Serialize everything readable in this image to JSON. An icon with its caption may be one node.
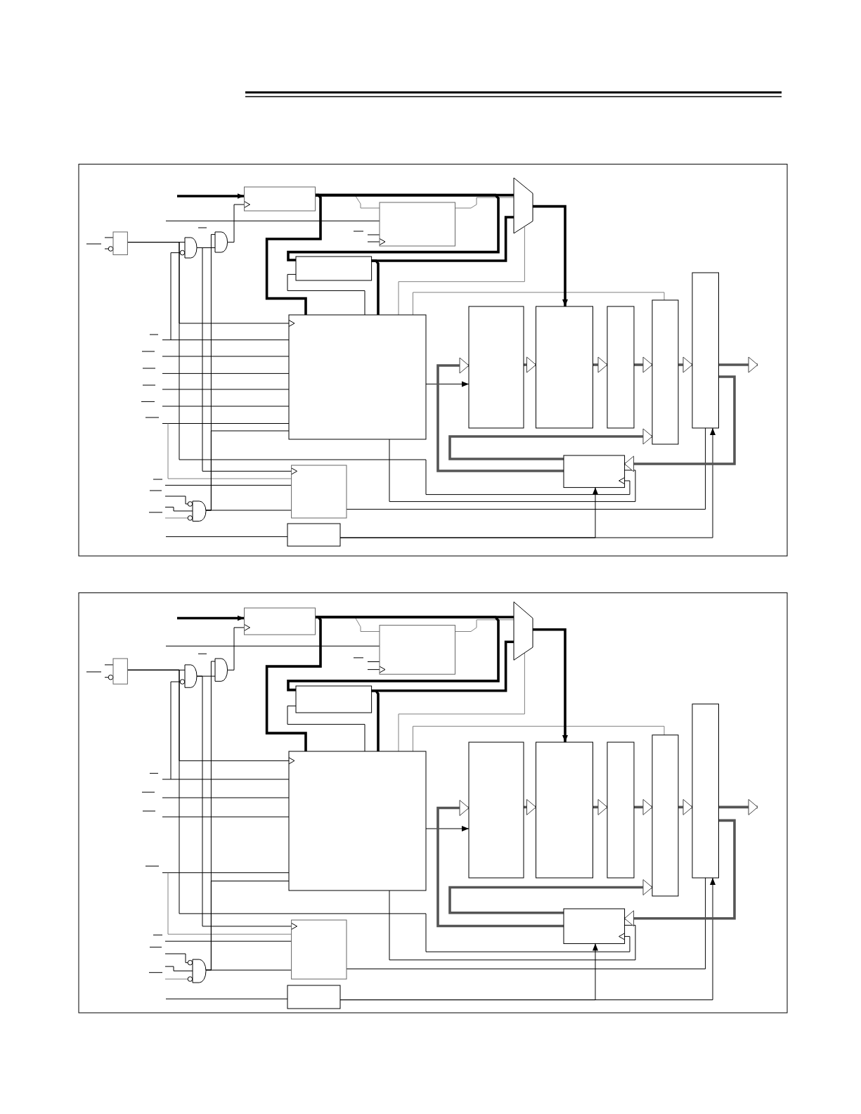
{
  "diagram": {
    "nodes": [
      {
        "text": [],
        "shape": "box"
      },
      {
        "text": [],
        "shape": "gate"
      },
      {
        "text": [],
        "shape": "gate"
      },
      {
        "text": [],
        "shape": "box"
      },
      {
        "text": [],
        "shape": "box"
      },
      {
        "text": [],
        "shape": "trapezoid"
      },
      {
        "text": [],
        "shape": "box"
      },
      {
        "text": [],
        "shape": "box"
      },
      {
        "text": [],
        "shape": "box"
      },
      {
        "text": [],
        "shape": "gate"
      },
      {
        "text": [],
        "shape": "box"
      },
      {
        "text": [],
        "shape": "box"
      },
      {
        "text": [],
        "shape": "box"
      },
      {
        "text": [],
        "shape": "box"
      },
      {
        "text": [],
        "shape": "box"
      },
      {
        "text": [],
        "shape": "box"
      },
      {
        "text": [],
        "shape": "box"
      },
      {
        "text": [],
        "shape": "box"
      },
      {
        "text": [],
        "shape": "gate"
      },
      {
        "text": [],
        "shape": "gate"
      },
      {
        "text": [],
        "shape": "box"
      },
      {
        "text": [],
        "shape": "box"
      },
      {
        "text": [],
        "shape": "trapezoid"
      },
      {
        "text": [],
        "shape": "box"
      },
      {
        "text": [],
        "shape": "box"
      },
      {
        "text": [],
        "shape": "box"
      },
      {
        "text": [],
        "shape": "gate"
      },
      {
        "text": [],
        "shape": "box"
      },
      {
        "text": [],
        "shape": "box"
      },
      {
        "text": [],
        "shape": "box"
      },
      {
        "text": [],
        "shape": "box"
      },
      {
        "text": [],
        "shape": "box"
      },
      {
        "text": [],
        "shape": "box"
      },
      {
        "text": [],
        "shape": "box"
      }
    ],
    "edges": [
      {
        "from": null,
        "to": 3,
        "arrow": "to",
        "style": "thick"
      },
      {
        "from": 2,
        "to": 3,
        "arrow": "to"
      },
      {
        "from": null,
        "to": 4,
        "arrow": "none"
      },
      {
        "from": null,
        "to": 4,
        "arrow": "none"
      },
      {
        "from": null,
        "to": 4,
        "arrow": "to"
      },
      {
        "from": 3,
        "to": 4,
        "arrow": "none",
        "color": "#808080"
      },
      {
        "from": 3,
        "to": 5,
        "arrow": "none",
        "style": "thick"
      },
      {
        "from": 3,
        "to": 7,
        "arrow": "none",
        "style": "thick"
      },
      {
        "from": 4,
        "to": 5,
        "arrow": "none",
        "color": "#808080"
      },
      {
        "from": 3,
        "to": 6,
        "arrow": "none",
        "style": "thick"
      },
      {
        "from": 6,
        "to": 5,
        "arrow": "none",
        "style": "thick"
      },
      {
        "from": 6,
        "to": 7,
        "arrow": "none",
        "style": "thick"
      },
      {
        "from": 6,
        "to": 7,
        "arrow": "none"
      },
      {
        "from": 7,
        "to": 5,
        "arrow": "none",
        "color": "#808080"
      },
      {
        "from": 7,
        "to": 14,
        "arrow": "none",
        "color": "#808080"
      },
      {
        "from": 5,
        "to": 12,
        "arrow": "to",
        "style": "thick"
      },
      {
        "from": 0,
        "to": 1,
        "arrow": "none"
      },
      {
        "from": null,
        "to": 0,
        "arrow": "none"
      },
      {
        "from": null,
        "to": 0,
        "arrow": "other"
      },
      {
        "from": null,
        "to": 1,
        "arrow": "other"
      },
      {
        "from": 0,
        "to": 7,
        "arrow": "to"
      },
      {
        "from": 0,
        "to": 16,
        "arrow": "to"
      },
      {
        "from": 1,
        "to": 2,
        "arrow": "none"
      },
      {
        "from": 1,
        "to": 8,
        "arrow": "to"
      },
      {
        "from": null,
        "to": 7,
        "arrow": "none"
      },
      {
        "from": null,
        "to": 7,
        "arrow": "none"
      },
      {
        "from": null,
        "to": 7,
        "arrow": "none"
      },
      {
        "from": null,
        "to": 7,
        "arrow": "none"
      },
      {
        "from": null,
        "to": 7,
        "arrow": "none"
      },
      {
        "from": null,
        "to": 7,
        "arrow": "none"
      },
      {
        "from": null,
        "to": 8,
        "arrow": "none",
        "color": "#808080"
      },
      {
        "from": null,
        "to": 8,
        "arrow": "none"
      },
      {
        "from": 9,
        "to": 7,
        "arrow": "none"
      },
      {
        "from": 9,
        "to": 2,
        "arrow": "none"
      },
      {
        "from": 9,
        "to": 8,
        "arrow": "none"
      },
      {
        "from": null,
        "to": 9,
        "arrow": "other"
      },
      {
        "from": null,
        "to": 9,
        "arrow": "none"
      },
      {
        "from": null,
        "to": 9,
        "arrow": "other",
        "color": "#808080"
      },
      {
        "from": null,
        "to": 10,
        "arrow": "none"
      },
      {
        "from": 10,
        "to": 15,
        "arrow": "to"
      },
      {
        "from": 10,
        "to": 16,
        "arrow": "to"
      },
      {
        "from": 8,
        "to": 15,
        "arrow": "none"
      },
      {
        "from": 7,
        "to": 16,
        "arrow": "none"
      },
      {
        "from": 7,
        "to": 11,
        "arrow": "to"
      },
      {
        "from": 16,
        "to": 11,
        "arrow": "to",
        "style": "thick"
      },
      {
        "from": 16,
        "to": 14,
        "arrow": "to",
        "style": "thick"
      },
      {
        "from": 11,
        "to": 12,
        "arrow": "to",
        "style": "thick"
      },
      {
        "from": 12,
        "to": 13,
        "arrow": "to",
        "style": "thick"
      },
      {
        "from": 13,
        "to": 14,
        "arrow": "to",
        "style": "thick"
      },
      {
        "from": 14,
        "to": 15,
        "arrow": "to",
        "style": "thick"
      },
      {
        "from": 15,
        "to": null,
        "arrow": "to",
        "style": "thick"
      },
      {
        "from": 15,
        "to": 16,
        "arrow": "to",
        "style": "thick"
      },
      {
        "from": null,
        "to": 20,
        "arrow": "to",
        "style": "thick"
      },
      {
        "from": 19,
        "to": 20,
        "arrow": "to"
      },
      {
        "from": null,
        "to": 21,
        "arrow": "none"
      },
      {
        "from": null,
        "to": 21,
        "arrow": "none"
      },
      {
        "from": null,
        "to": 21,
        "arrow": "to"
      },
      {
        "from": 20,
        "to": 21,
        "arrow": "none",
        "color": "#808080"
      },
      {
        "from": 20,
        "to": 22,
        "arrow": "none",
        "style": "thick"
      },
      {
        "from": 20,
        "to": 24,
        "arrow": "none",
        "style": "thick"
      },
      {
        "from": 21,
        "to": 22,
        "arrow": "none",
        "color": "#808080"
      },
      {
        "from": 20,
        "to": 23,
        "arrow": "none",
        "style": "thick"
      },
      {
        "from": 23,
        "to": 22,
        "arrow": "none",
        "style": "thick"
      },
      {
        "from": 23,
        "to": 24,
        "arrow": "none",
        "style": "thick"
      },
      {
        "from": 23,
        "to": 24,
        "arrow": "none"
      },
      {
        "from": 24,
        "to": 22,
        "arrow": "none",
        "color": "#808080"
      },
      {
        "from": 24,
        "to": 31,
        "arrow": "none",
        "color": "#808080"
      },
      {
        "from": 22,
        "to": 29,
        "arrow": "to",
        "style": "thick"
      },
      {
        "from": 17,
        "to": 18,
        "arrow": "none"
      },
      {
        "from": null,
        "to": 17,
        "arrow": "none"
      },
      {
        "from": null,
        "to": 17,
        "arrow": "other"
      },
      {
        "from": null,
        "to": 18,
        "arrow": "other"
      },
      {
        "from": 17,
        "to": 24,
        "arrow": "to"
      },
      {
        "from": 17,
        "to": 33,
        "arrow": "to"
      },
      {
        "from": 18,
        "to": 19,
        "arrow": "none"
      },
      {
        "from": 18,
        "to": 25,
        "arrow": "to"
      },
      {
        "from": null,
        "to": 24,
        "arrow": "none"
      },
      {
        "from": null,
        "to": 24,
        "arrow": "none"
      },
      {
        "from": null,
        "to": 24,
        "arrow": "none"
      },
      {
        "from": null,
        "to": 24,
        "arrow": "none"
      },
      {
        "from": null,
        "to": 25,
        "arrow": "none",
        "color": "#808080"
      },
      {
        "from": null,
        "to": 25,
        "arrow": "none"
      },
      {
        "from": 26,
        "to": 24,
        "arrow": "none"
      },
      {
        "from": 26,
        "to": 19,
        "arrow": "none"
      },
      {
        "from": 26,
        "to": 25,
        "arrow": "none"
      },
      {
        "from": null,
        "to": 26,
        "arrow": "other"
      },
      {
        "from": null,
        "to": 26,
        "arrow": "none"
      },
      {
        "from": null,
        "to": 26,
        "arrow": "other",
        "color": "#808080"
      },
      {
        "from": null,
        "to": 27,
        "arrow": "none"
      },
      {
        "from": 27,
        "to": 32,
        "arrow": "to"
      },
      {
        "from": 27,
        "to": 33,
        "arrow": "to"
      },
      {
        "from": 25,
        "to": 32,
        "arrow": "none"
      },
      {
        "from": 24,
        "to": 33,
        "arrow": "none"
      },
      {
        "from": 24,
        "to": 28,
        "arrow": "to"
      },
      {
        "from": 33,
        "to": 28,
        "arrow": "to",
        "style": "thick"
      },
      {
        "from": 33,
        "to": 31,
        "arrow": "to",
        "style": "thick"
      },
      {
        "from": 28,
        "to": 29,
        "arrow": "to",
        "style": "thick"
      },
      {
        "from": 29,
        "to": 30,
        "arrow": "to",
        "style": "thick"
      },
      {
        "from": 30,
        "to": 31,
        "arrow": "to",
        "style": "thick"
      },
      {
        "from": 31,
        "to": 32,
        "arrow": "to",
        "style": "thick"
      },
      {
        "from": 32,
        "to": null,
        "arrow": "to",
        "style": "thick"
      },
      {
        "from": 32,
        "to": 33,
        "arrow": "to",
        "style": "thick"
      }
    ]
  }
}
